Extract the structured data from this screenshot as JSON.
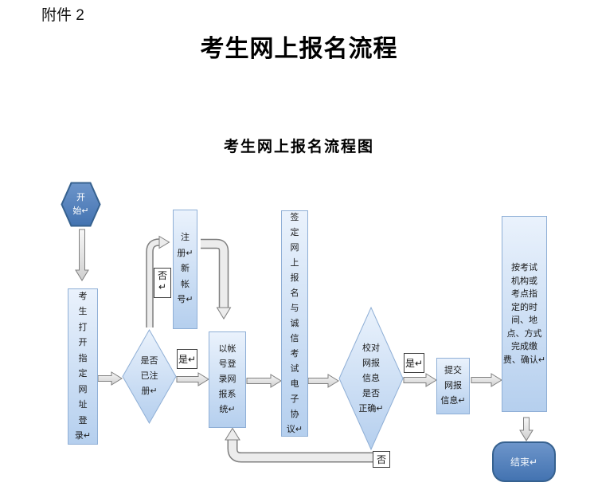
{
  "page": {
    "attachment_label": "附件 2",
    "title": "考生网上报名流程",
    "subtitle": "考生网上报名流程图"
  },
  "flowchart": {
    "start": "开\n始↵",
    "open_site": "考\n生\n打\n开\n指\n定\n网\n址\n登\n录↵",
    "check_registered": "是否\n已注\n册↵",
    "register_new": "注\n册↵\n新\n帐\n号↵",
    "login_system": "以帐\n号登\n录网\n报系\n统↵",
    "sign_agreement": "签\n定\n网\n上\n报\n名\n与\n诚\n信\n考\n试\n电\n子\n协\n议↵",
    "verify_info": "校对\n网报\n信息\n是否\n正确↵",
    "submit_info": "提交\n网报\n信息↵",
    "pay_confirm": "按考试\n机构或\n考点指\n定的时\n间、地\n点、方式\n完成缴\n费、确认↵",
    "end": "结束↵",
    "labels": {
      "no_register": "否↵",
      "yes_login": "是↵",
      "yes_submit": "是↵",
      "no_recheck": "否"
    }
  },
  "colors": {
    "shape_fill_top": "#eaf2fc",
    "shape_fill_bottom": "#b5cfee",
    "shape_border": "#8fafd6",
    "solid_fill_top": "#6d95ca",
    "solid_fill_bottom": "#4373b1",
    "solid_border": "#36618f",
    "arrow_fill": "#ececec",
    "arrow_border": "#7f7f7f",
    "label_border": "#3f3f3f",
    "text_color": "#1a1a1a"
  }
}
